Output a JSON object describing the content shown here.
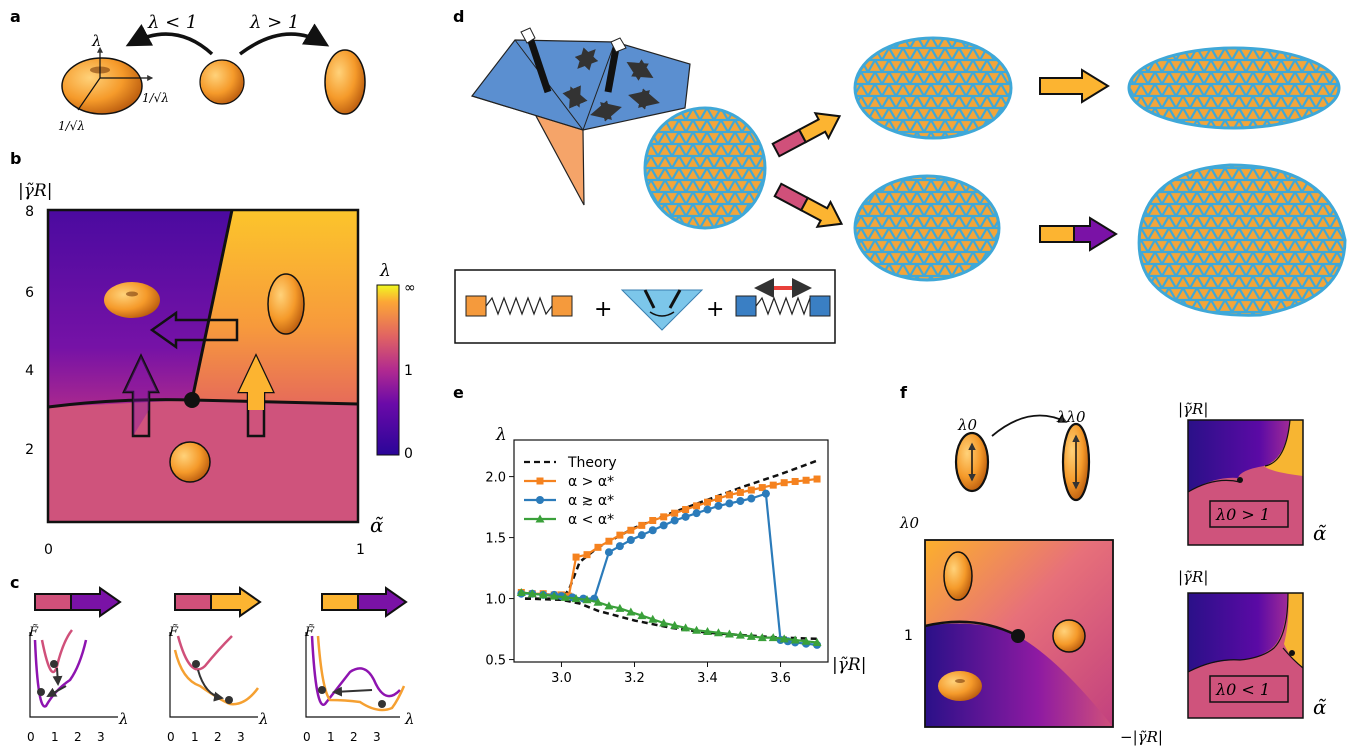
{
  "panels": {
    "a": {
      "letter": "a",
      "lambda_lt": "λ < 1",
      "lambda_gt": "λ > 1",
      "axis_lambda": "λ",
      "axis_inv1": "1/√λ",
      "axis_inv2": "1/√λ"
    },
    "b": {
      "letter": "b",
      "ylabel": "|γ̃R|",
      "xlabel": "α̃",
      "xticks": [
        "0",
        "1"
      ],
      "yticks": [
        "2",
        "4",
        "6",
        "8"
      ],
      "colorbar_label": "λ",
      "colorbar_ticks": [
        "∞",
        "1",
        "0"
      ]
    },
    "c": {
      "letter": "c",
      "ylabel": "F̃",
      "xlabel": "λ",
      "xticks": [
        "0",
        "1",
        "2",
        "3"
      ]
    },
    "d": {
      "letter": "d"
    },
    "e": {
      "letter": "e"
    },
    "f": {
      "letter": "f",
      "lambda0": "λ0",
      "lambda_lambda0": "λλ0",
      "main_ylabel": "λ0",
      "main_ytick": "1",
      "main_xlabel": "−|γ̃R|",
      "inset_ylabel": "|γ̃R|",
      "inset_xlabel": "α̃",
      "inset1_box": "λ0 > 1",
      "inset2_box": "λ0 < 1"
    }
  },
  "colors": {
    "purple": "#7a12a6",
    "orange": "#f5a031",
    "pink": "#d0507a",
    "blue": "#4a86c8",
    "plot_orange": "#f5821f",
    "plot_blue": "#2b7bba",
    "plot_green": "#3aa03a"
  },
  "chart_data": {
    "type": "line",
    "ylabel": "λ",
    "xlabel": "|γ̃R|",
    "xlim": [
      2.87,
      3.73
    ],
    "ylim": [
      0.48,
      2.3
    ],
    "xticks": [
      3.0,
      3.2,
      3.4,
      3.6
    ],
    "yticks": [
      0.5,
      1.0,
      1.5,
      2.0
    ],
    "legend_position": "top-left",
    "series": [
      {
        "name": "Theory",
        "style": "dashed",
        "color": "#111111",
        "x": [
          2.9,
          3.0,
          3.02,
          3.05,
          3.1,
          3.2,
          3.3,
          3.4,
          3.5,
          3.6,
          3.7
        ],
        "y": [
          1.0,
          1.0,
          1.07,
          1.3,
          1.42,
          1.58,
          1.7,
          1.81,
          1.92,
          2.02,
          2.13
        ]
      },
      {
        "name": "Theory",
        "style": "dashed",
        "color": "#111111",
        "x": [
          2.9,
          3.0,
          3.05,
          3.1,
          3.2,
          3.3,
          3.4,
          3.5,
          3.6,
          3.7
        ],
        "y": [
          1.0,
          0.99,
          0.96,
          0.9,
          0.82,
          0.76,
          0.72,
          0.7,
          0.68,
          0.67
        ]
      },
      {
        "name": "α > α*",
        "marker": "square",
        "color": "#f5821f",
        "x": [
          2.89,
          2.92,
          2.95,
          2.98,
          3.0,
          3.02,
          3.04,
          3.07,
          3.1,
          3.13,
          3.16,
          3.19,
          3.22,
          3.25,
          3.28,
          3.31,
          3.34,
          3.37,
          3.4,
          3.43,
          3.46,
          3.49,
          3.52,
          3.55,
          3.58,
          3.61,
          3.64,
          3.67,
          3.7
        ],
        "y": [
          1.05,
          1.04,
          1.04,
          1.03,
          1.03,
          1.02,
          1.34,
          1.36,
          1.42,
          1.47,
          1.52,
          1.56,
          1.6,
          1.64,
          1.67,
          1.7,
          1.73,
          1.76,
          1.79,
          1.82,
          1.85,
          1.87,
          1.89,
          1.91,
          1.93,
          1.95,
          1.96,
          1.97,
          1.98
        ]
      },
      {
        "name": "α ≳ α*",
        "marker": "circle",
        "color": "#2b7bba",
        "x": [
          2.89,
          2.92,
          2.95,
          2.98,
          3.0,
          3.03,
          3.06,
          3.09,
          3.13,
          3.16,
          3.19,
          3.22,
          3.25,
          3.28,
          3.31,
          3.34,
          3.37,
          3.4,
          3.43,
          3.46,
          3.49,
          3.52,
          3.56,
          3.6,
          3.62,
          3.64,
          3.67,
          3.7
        ],
        "y": [
          1.04,
          1.04,
          1.03,
          1.03,
          1.02,
          1.01,
          1.0,
          1.0,
          1.38,
          1.43,
          1.48,
          1.52,
          1.56,
          1.6,
          1.64,
          1.67,
          1.7,
          1.73,
          1.76,
          1.78,
          1.8,
          1.82,
          1.86,
          0.66,
          0.65,
          0.64,
          0.63,
          0.62
        ]
      },
      {
        "name": "α < α*",
        "marker": "triangle",
        "color": "#3aa03a",
        "x": [
          2.89,
          2.92,
          2.95,
          2.98,
          3.01,
          3.04,
          3.07,
          3.1,
          3.13,
          3.16,
          3.19,
          3.22,
          3.25,
          3.28,
          3.31,
          3.34,
          3.37,
          3.4,
          3.43,
          3.46,
          3.49,
          3.52,
          3.55,
          3.58,
          3.61,
          3.64,
          3.67,
          3.7
        ],
        "y": [
          1.05,
          1.04,
          1.03,
          1.02,
          1.01,
          1.0,
          0.99,
          0.97,
          0.94,
          0.92,
          0.89,
          0.86,
          0.83,
          0.8,
          0.78,
          0.76,
          0.74,
          0.73,
          0.72,
          0.71,
          0.7,
          0.69,
          0.68,
          0.68,
          0.67,
          0.66,
          0.65,
          0.64
        ]
      }
    ]
  }
}
